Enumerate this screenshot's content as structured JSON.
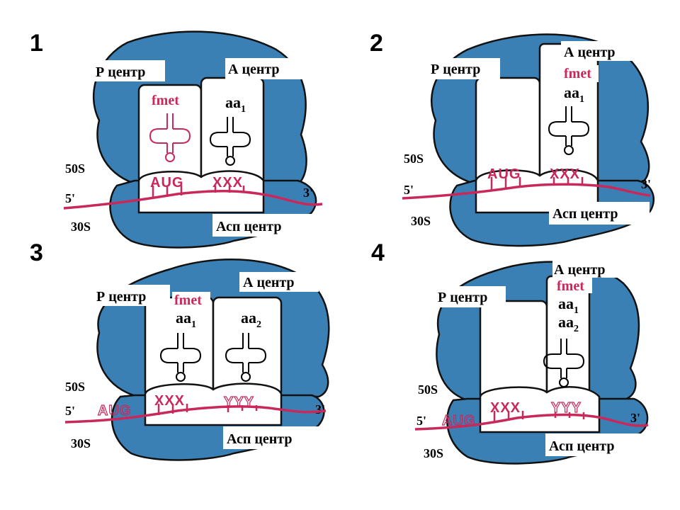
{
  "panels": [
    {
      "number": "1",
      "p_site": "Р центр",
      "a_site": "А центр",
      "exit_site": "Асп центр",
      "large_subunit": "50S",
      "small_subunit": "30S",
      "five_prime": "5'",
      "three_prime": "3'",
      "p_trna_label": "fmet",
      "a_trna_label": "aa",
      "a_trna_sub": "1",
      "codon_p": "AUG",
      "codon_a": "XXX"
    },
    {
      "number": "2",
      "p_site": "Р центр",
      "a_site": "А центр",
      "exit_site": "Асп центр",
      "large_subunit": "50S",
      "small_subunit": "30S",
      "five_prime": "5'",
      "three_prime": "3'",
      "a_label_top": "fmet",
      "a_label_aa": "aa",
      "a_label_sub": "1",
      "codon_p": "AUG",
      "codon_a": "XXX"
    },
    {
      "number": "3",
      "p_site": "Р центр",
      "a_site": "А центр",
      "exit_site": "Асп центр",
      "large_subunit": "50S",
      "small_subunit": "30S",
      "five_prime": "5'",
      "three_prime": "3'",
      "p_label_top": "fmet",
      "p_label_aa": "aa",
      "p_label_sub": "1",
      "a_label_aa": "aa",
      "a_label_sub": "2",
      "codon_exit": "AUG",
      "codon_p": "XXX",
      "codon_a": "YYY"
    },
    {
      "number": "4",
      "p_site": "Р центр",
      "a_site": "А центр",
      "exit_site": "Асп центр",
      "large_subunit": "50S",
      "small_subunit": "30S",
      "five_prime": "5'",
      "three_prime": "3'",
      "a_label_top": "fmet",
      "a_label_aa1": "aa",
      "a_label_sub1": "1",
      "a_label_aa2": "aa",
      "a_label_sub2": "2",
      "codon_exit": "AUG",
      "codon_p": "XXX",
      "codon_a": "YYY"
    }
  ],
  "colors": {
    "ribosome": "#3b80b5",
    "mrna": "#c8285a",
    "outline": "#111111"
  }
}
